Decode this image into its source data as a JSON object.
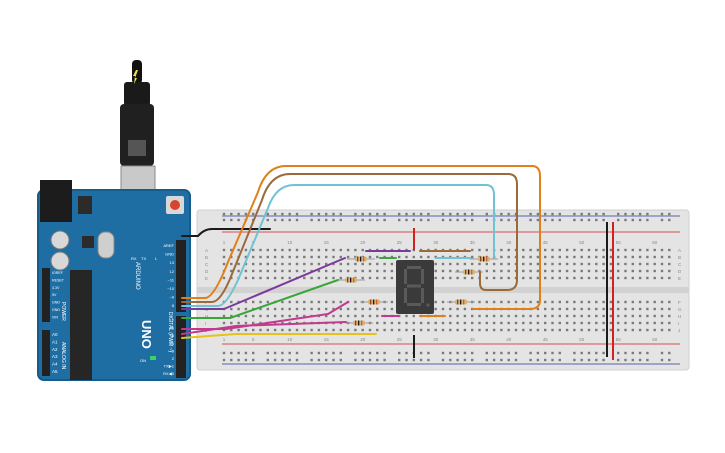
{
  "arduino": {
    "brand": "ARDUINO",
    "model": "UNO",
    "digital_label": "DIGITAL (PWM ~)",
    "power_label": "POWER",
    "analog_label": "ANALOG IN",
    "led_tx": "TX",
    "led_rx": "RX",
    "led_l": "L",
    "on_label": "ON",
    "header_top": [
      "AREF",
      "GND",
      "13",
      "12",
      "~11",
      "~10",
      "~9",
      "8"
    ],
    "header_bottom": [
      "7",
      "~6",
      "~5",
      "4",
      "~3",
      "2",
      "TX▶1",
      "RX◀0"
    ],
    "power_pins": [
      "IOREF",
      "RESET",
      "3.3V",
      "5V",
      "GND",
      "GND",
      "VIN"
    ],
    "analog_pins": [
      "A0",
      "A1",
      "A2",
      "A3",
      "A4",
      "A5"
    ]
  },
  "breadboard": {
    "column_numbers": [
      "1",
      "5",
      "10",
      "15",
      "20",
      "25",
      "30",
      "35",
      "40",
      "45",
      "50",
      "55",
      "60"
    ],
    "row_letters_top": [
      "A",
      "B",
      "C",
      "D",
      "E"
    ],
    "row_letters_bottom": [
      "F",
      "G",
      "H",
      "I",
      "J"
    ]
  },
  "display": {
    "digit": "8"
  },
  "colors": {
    "board": "#1f6ea3",
    "breadboard": "#e4e4e4",
    "wire_orange": "#e0801a",
    "wire_brown": "#9b6a3b",
    "wire_cyan": "#6fc3d4",
    "wire_purple": "#7a3a9a",
    "wire_green": "#3aa63a",
    "wire_magenta": "#c23a8e",
    "wire_yellow": "#e6c21a",
    "wire_black": "#1a1a1a",
    "rail_red": "#d32020",
    "led_off": "#3a3a3a"
  }
}
